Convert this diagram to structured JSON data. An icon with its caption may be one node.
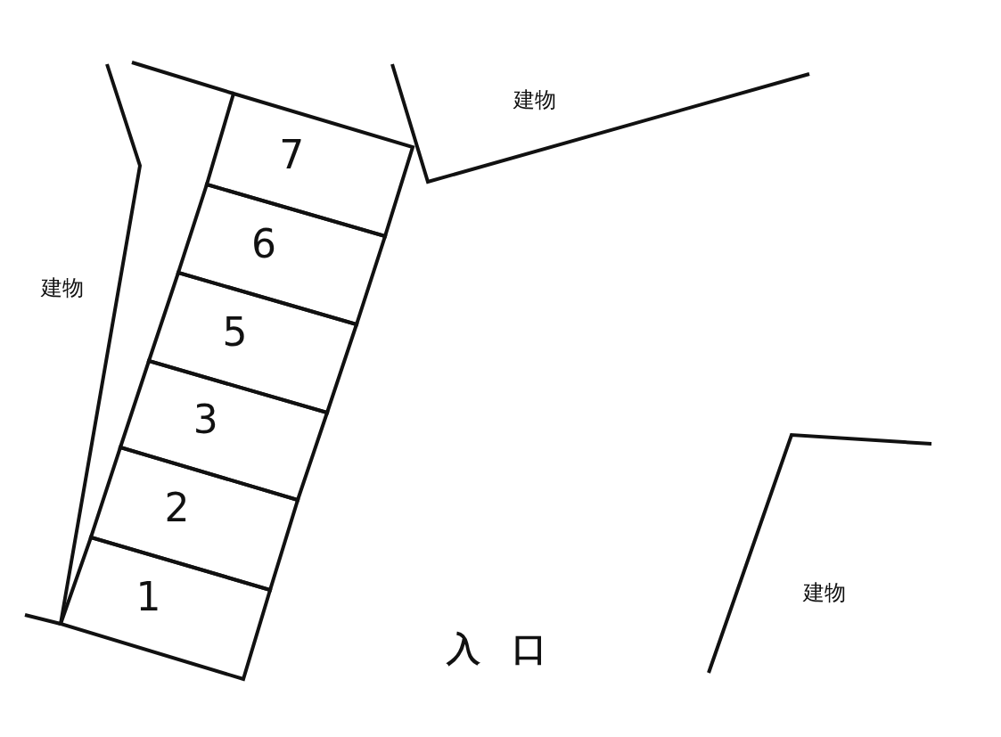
{
  "diagram": {
    "nodes": [
      {
        "text": [
          "7"
        ]
      },
      {
        "text": [
          "6"
        ]
      },
      {
        "text": [
          "5"
        ]
      },
      {
        "text": [
          "3"
        ]
      },
      {
        "text": [
          "2"
        ]
      },
      {
        "text": [
          "1"
        ]
      }
    ],
    "labels": [
      "建物",
      "建物",
      "建物",
      "入口"
    ]
  }
}
